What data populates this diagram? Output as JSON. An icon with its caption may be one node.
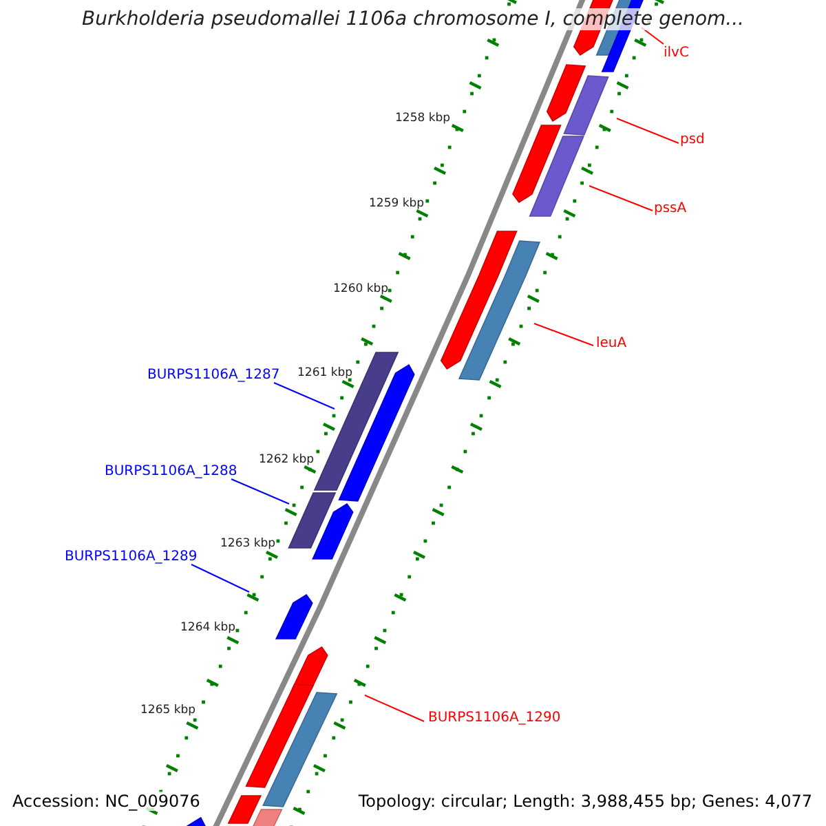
{
  "diagram": {
    "title": "Burkholderia pseudomallei 1106a chromosome I, complete genom...",
    "nodes": [
      {
        "text": [
          "ilvC"
        ]
      },
      {
        "text": [
          "psd"
        ]
      },
      {
        "text": [
          "pssA"
        ]
      },
      {
        "text": [
          "leuA"
        ]
      },
      {
        "text": [
          "BURPS1106A_1287"
        ]
      },
      {
        "text": [
          "BURPS1106A_1288"
        ]
      },
      {
        "text": [
          "BURPS1106A_1289"
        ]
      },
      {
        "text": [
          "BURPS1106A_1290"
        ]
      }
    ],
    "edges": [
      {
        "from": 0,
        "to": null,
        "arrow": "none"
      },
      {
        "from": 1,
        "to": null,
        "arrow": "none"
      },
      {
        "from": 2,
        "to": null,
        "arrow": "none"
      },
      {
        "from": 3,
        "to": null,
        "arrow": "none"
      },
      {
        "from": 4,
        "to": null,
        "arrow": "none",
        "color": "#0000ff"
      },
      {
        "from": 5,
        "to": null,
        "arrow": "none",
        "color": "#0000ff"
      },
      {
        "from": 6,
        "to": null,
        "arrow": "none",
        "color": "#0000ff"
      },
      {
        "from": 7,
        "to": null,
        "arrow": "none"
      }
    ],
    "labels": [
      "1258 kbp",
      "1259 kbp",
      "1260 kbp",
      "1261 kbp",
      "1262 kbp",
      "1263 kbp",
      "1264 kbp",
      "1265 kbp",
      "Accession: NC_009076",
      "Topology: circular; Length: 3,988,455 bp; Genes: 4,077"
    ]
  }
}
